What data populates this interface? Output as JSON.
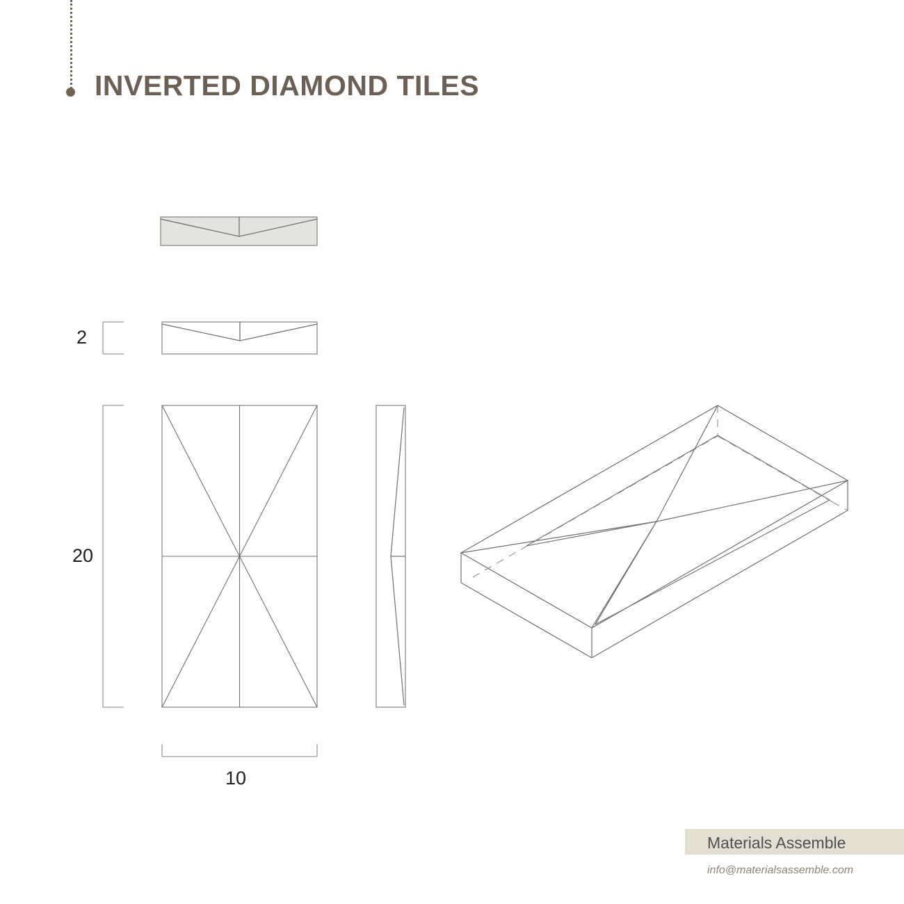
{
  "page": {
    "title": "INVERTED DIAMOND TILES",
    "background_color": "#ffffff",
    "title_color": "#6b6055",
    "marker_color": "#6f6354"
  },
  "dimensions": {
    "thickness": "2",
    "height": "20",
    "width": "10",
    "unit_note": ""
  },
  "views": {
    "top_elevation": {
      "name": "filled-elevation",
      "fill_color": "#e3e3e0",
      "stroke_color": "#8a8a8a"
    },
    "front_elevation": {
      "name": "outline-elevation",
      "fill_color": "#ffffff",
      "stroke_color": "#8a8a8a"
    },
    "plan": {
      "name": "plan-view",
      "stroke_color": "#8a8a8a"
    },
    "side_elevation": {
      "name": "side-view",
      "stroke_color": "#8a8a8a"
    },
    "isometric": {
      "name": "isometric-view",
      "stroke_color": "#6e6e6e",
      "hidden_line_style": "dashed"
    }
  },
  "footer": {
    "brand": "Materials Assemble",
    "email": "info@materialsassemble.com",
    "band_color": "#e4dfd3"
  }
}
